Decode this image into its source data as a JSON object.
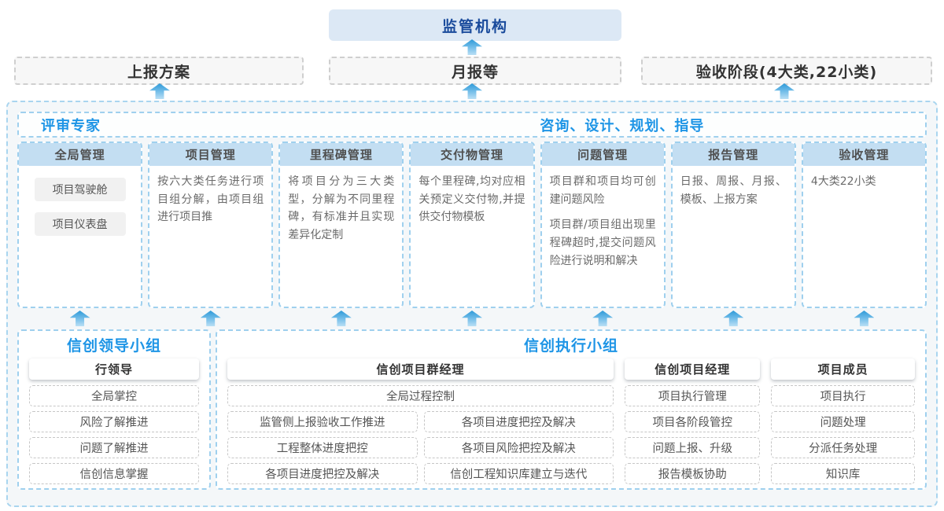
{
  "colors": {
    "accent_blue": "#1e95e6",
    "navy_title": "#1a4b9c",
    "arrow_blue": "#2e9ad8",
    "column_header_bg": "#c3def2",
    "dashed_border_blue": "#9fd0ee"
  },
  "top": {
    "regulator": "监管机构",
    "reports": [
      {
        "label": "上报方案"
      },
      {
        "label": "月报等"
      },
      {
        "label": "验收阶段(4大类,22小类)"
      }
    ]
  },
  "panel": {
    "left_header": "评审专家",
    "right_header": "咨询、设计、规划、指导",
    "columns": [
      {
        "title": "全局管理",
        "pills": [
          "项目驾驶舱",
          "项目仪表盘"
        ]
      },
      {
        "title": "项目管理",
        "p1": "按六大类任务进行项目组分解，由项目组进行项目推"
      },
      {
        "title": "里程碑管理",
        "p1": "将项目分为三大类型，分解为不同里程碑，有标准并且实现差异化定制"
      },
      {
        "title": "交付物管理",
        "p1": "每个里程碑,均对应相关预定义交付物,并提供交付物模板"
      },
      {
        "title": "问题管理",
        "p1": "项目群和项目均可创建问题风险",
        "p2": "项目群/项目组出现里程碑超时,提交问题风险进行说明和解决"
      },
      {
        "title": "报告管理",
        "p1": "日报、周报、月报、模板、上报方案"
      },
      {
        "title": "验收管理",
        "p1": "4大类22小类"
      }
    ]
  },
  "groups": {
    "leader": {
      "title": "信创领导小组",
      "role": "行领导",
      "items": [
        "全局掌控",
        "风险了解推进",
        "问题了解推进",
        "信创信息掌握"
      ]
    },
    "exec": {
      "title": "信创执行小组",
      "program_manager": {
        "role": "信创项目群经理",
        "full_item": "全局过程控制",
        "left_items": [
          "监管侧上报验收工作推进",
          "工程整体进度把控",
          "各项目进度把控及解决"
        ],
        "right_items": [
          "各项目进度把控及解决",
          "各项目风险把控及解决",
          "信创工程知识库建立与迭代"
        ]
      },
      "project_manager": {
        "role": "信创项目经理",
        "items": [
          "项目执行管理",
          "项目各阶段管控",
          "问题上报、升级",
          "报告模板协助"
        ]
      },
      "member": {
        "role": "项目成员",
        "items": [
          "项目执行",
          "问题处理",
          "分派任务处理",
          "知识库"
        ]
      }
    }
  }
}
